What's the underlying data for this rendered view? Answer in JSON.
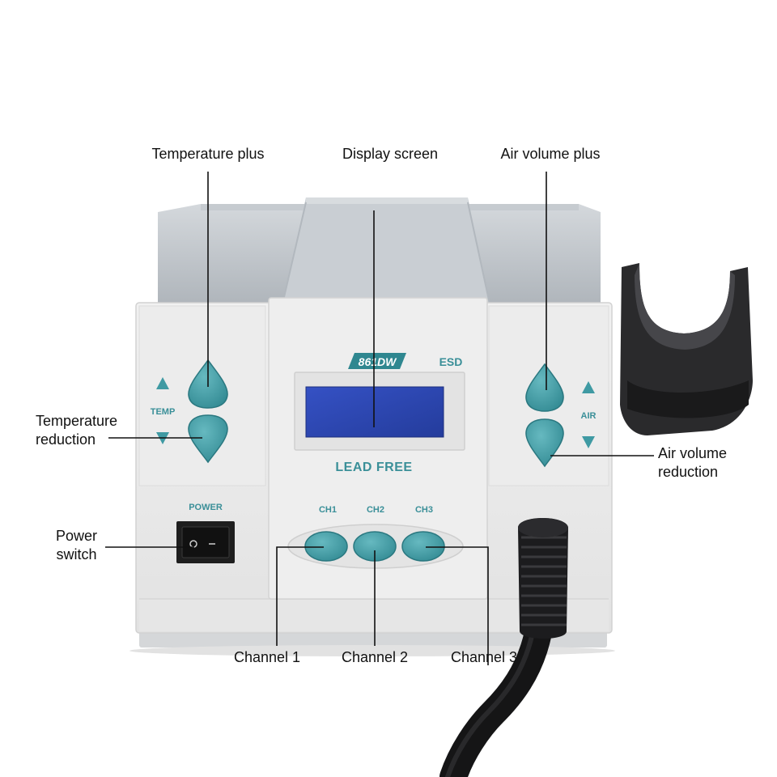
{
  "device": {
    "model_badge": "861DW",
    "esd_label": "ESD",
    "lead_free_label": "LEAD FREE",
    "temp_label": "TEMP",
    "air_label": "AIR",
    "power_label": "POWER",
    "channels": [
      "CH1",
      "CH2",
      "CH3"
    ],
    "colors": {
      "button_teal": "#3f9aa3",
      "panel_white": "#ececec",
      "body_grey": "#b9bfc5",
      "display_blue": "#2f49b8",
      "hose_black": "#1b1b1d"
    }
  },
  "callouts": {
    "temperature_plus": "Temperature plus",
    "display_screen": "Display screen",
    "air_volume_plus": "Air volume plus",
    "temperature_reduction": "Temperature\nreduction",
    "air_volume_reduction": "Air volume\nreduction",
    "power_switch": "Power\nswitch",
    "channel_1": "Channel 1",
    "channel_2": "Channel 2",
    "channel_3": "Channel 3"
  }
}
